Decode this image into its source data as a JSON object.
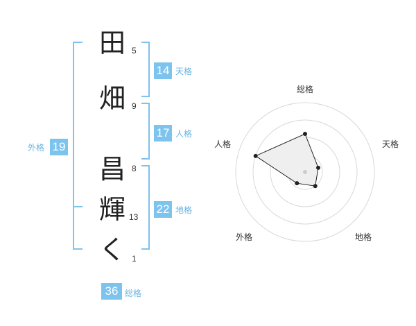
{
  "name_chars": [
    {
      "char": "田",
      "strokes": "5"
    },
    {
      "char": "畑",
      "strokes": "9"
    },
    {
      "char": "昌",
      "strokes": "8"
    },
    {
      "char": "輝",
      "strokes": "13"
    },
    {
      "char": "く",
      "strokes": "1"
    }
  ],
  "fortunes": {
    "tenkaku": {
      "label": "天格",
      "value": "14"
    },
    "jinkaku": {
      "label": "人格",
      "value": "17"
    },
    "chikaku": {
      "label": "地格",
      "value": "22"
    },
    "gaikaku": {
      "label": "外格",
      "value": "19"
    },
    "soukaku": {
      "label": "総格",
      "value": "36"
    }
  },
  "radar": {
    "axes": [
      "総格",
      "天格",
      "地格",
      "外格",
      "人格"
    ],
    "values": [
      0.55,
      0.2,
      0.25,
      0.2,
      0.75
    ],
    "rings": 4
  },
  "colors": {
    "accent": "#7cc3ee",
    "accent_text": "#6ab4e2",
    "radar_fill": "#efefef",
    "radar_line": "#222222"
  }
}
